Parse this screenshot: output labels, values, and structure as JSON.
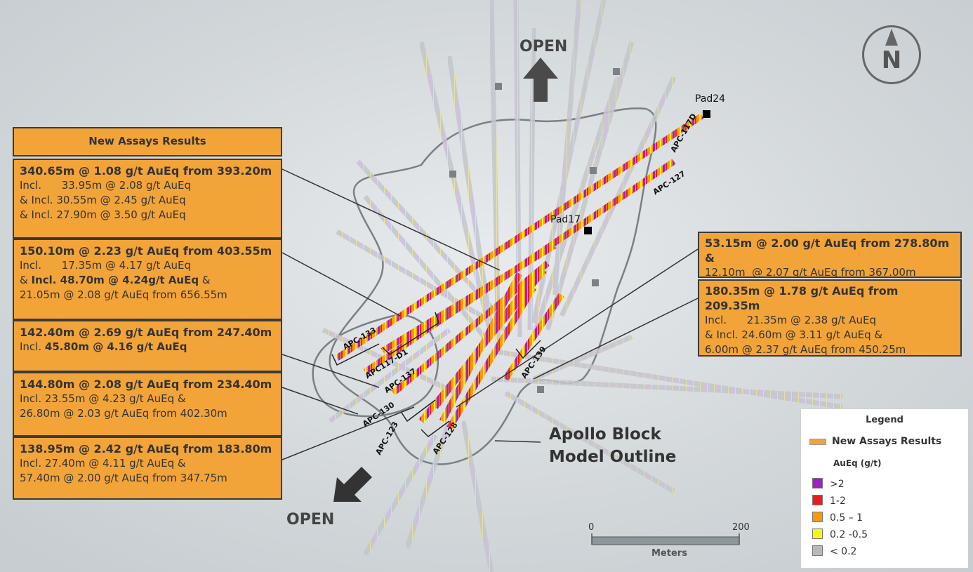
{
  "labels": {
    "open_top": "OPEN",
    "open_bottom": "OPEN",
    "pad24": "Pad24",
    "pad17": "Pad17",
    "apollo_line1": "Apollo Block",
    "apollo_line2": "Model Outline",
    "compass_letter": "N",
    "scale_start": "0",
    "scale_end": "200",
    "scale_unit": "Meters"
  },
  "drillholes": {
    "apc117d": "APC-117D",
    "apc127": "APC-127",
    "apc133": "APC-133",
    "apc117d1": "APC117-D1",
    "apc137": "APC-137",
    "apc130": "APC-130",
    "apc123": "APC-123",
    "apc128": "APC-128",
    "apc139": "APC-139"
  },
  "left_panel": {
    "title": "New Assays Results",
    "box1": {
      "head": "340.65m @ 1.08 g/t AuEq from 393.20m",
      "l1": "Incl.      33.95m @ 2.08 g/t AuEq",
      "l2": "& Incl. 30.55m @ 2.45 g/t AuEq",
      "l3": "& Incl. 27.90m @ 3.50 g/t AuEq"
    },
    "box2": {
      "head": "150.10m @ 2.23 g/t AuEq from 403.55m",
      "l1": "Incl.      17.35m @ 4.17 g/t AuEq",
      "l2a": "& ",
      "l2b": "Incl. 48.70m @ 4.24g/t AuEq",
      "l2c": " &",
      "l3": "21.05m @ 2.08 g/t AuEq from 656.55m"
    },
    "box3": {
      "head": "142.40m @ 2.69 g/t AuEq from 247.40m",
      "l1a": "Incl. ",
      "l1b": "45.80m @ 4.16 g/t AuEq"
    },
    "box4": {
      "head": "144.80m @ 2.08 g/t AuEq from 234.40m",
      "l1": "Incl. 23.55m @ 4.23 g/t AuEq &",
      "l2": "26.80m @ 2.03 g/t AuEq from 402.30m"
    },
    "box5": {
      "head": "138.95m @ 2.42 g/t AuEq from 183.80m",
      "l1": "Incl. 27.40m @ 4.11 g/t AuEq &",
      "l2": "57.40m @ 2.00 g/t AuEq from 347.75m"
    }
  },
  "right_panel": {
    "box1": {
      "head": "53.15m @ 2.00 g/t AuEq from 278.80m &",
      "l1": "12.10m  @ 2.07 g/t AuEq from 367.00m"
    },
    "box2": {
      "head": "180.35m @ 1.78 g/t AuEq from 209.35m",
      "l1": "Incl.      21.35m @ 2.38 g/t AuEq",
      "l2": "& Incl. 24.60m @ 3.11 g/t AuEq &",
      "l3": "6.00m @ 2.37 g/t AuEq from 450.25m"
    }
  },
  "legend": {
    "title": "Legend",
    "new_assays": "New Assays Results",
    "au_title": "AuEq (g/t)",
    "items": [
      {
        "label": ">2",
        "color": "#a020c8"
      },
      {
        "label": "1-2",
        "color": "#ee1c1c"
      },
      {
        "label": "0.5 – 1",
        "color": "#f79a10"
      },
      {
        "label": "0.2 -0.5",
        "color": "#f5f51a"
      },
      {
        "label": "< 0.2",
        "color": "#b8b8b8"
      }
    ]
  },
  "colors": {
    "box_fill": "#f2a438",
    "high": "#a020c8",
    "mid_high": "#ee1c1c",
    "mid": "#f79a10",
    "low": "#f5f51a",
    "trace": "#b8b8b8"
  }
}
